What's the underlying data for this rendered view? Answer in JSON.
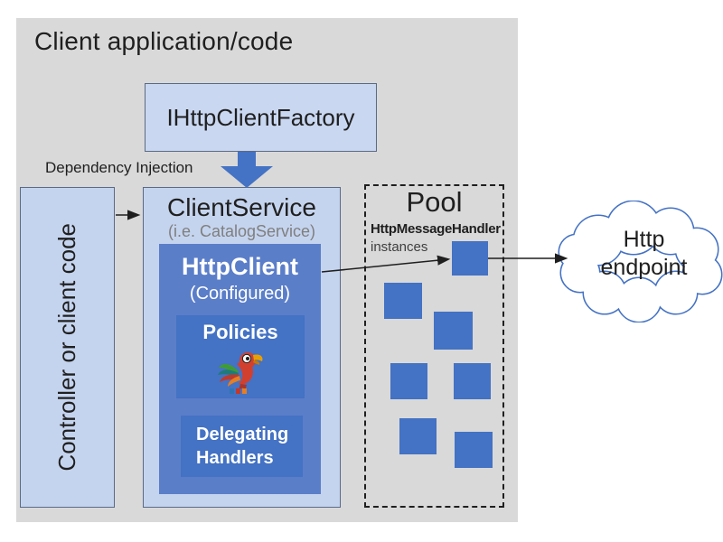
{
  "app": {
    "title": "Client application/code"
  },
  "factory": {
    "label": "IHttpClientFactory"
  },
  "dependency_injection": {
    "label": "Dependency Injection"
  },
  "controller": {
    "label": "Controller or client code"
  },
  "client_service": {
    "title": "ClientService",
    "subtitle": "(i.e. CatalogService)"
  },
  "http_client": {
    "title": "HttpClient",
    "subtitle": "(Configured)"
  },
  "policies": {
    "label": "Policies",
    "icon": "polly-parrot-icon"
  },
  "delegating_handlers": {
    "label": "Delegating Handlers"
  },
  "pool": {
    "title": "Pool",
    "type_label": "HttpMessageHandler",
    "instances_label": "instances",
    "handler_count": 7
  },
  "endpoint": {
    "label": "Http endpoint"
  },
  "colors": {
    "accent_blue": "#4472c4",
    "mid_blue": "#5b7ec9",
    "light_blue": "#c5d4ee",
    "panel_gray": "#d9d9d9",
    "cloud_outline": "#4472c4"
  }
}
